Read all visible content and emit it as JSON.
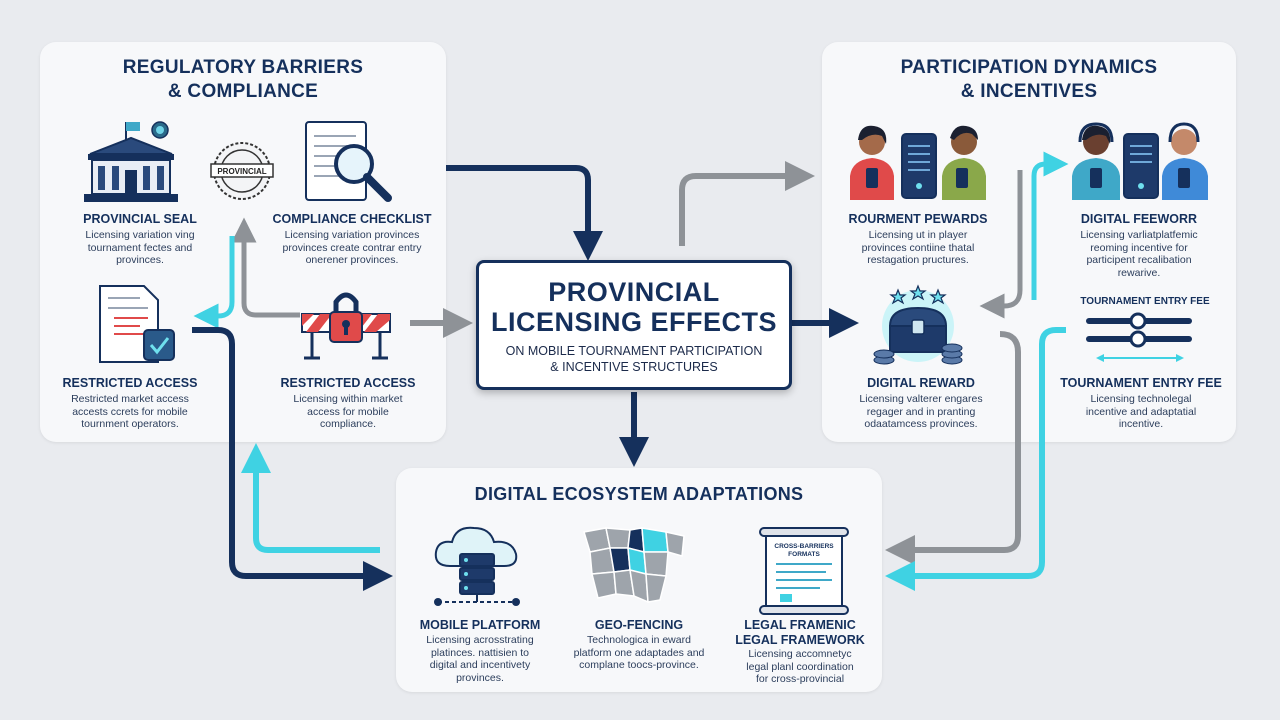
{
  "center": {
    "title_line1": "PROVINCIAL",
    "title_line2": "LICENSING EFFECTS",
    "subtitle_line1": "ON MOBILE TOURNAMENT PARTICIPATION",
    "subtitle_line2": "& INCENTIVE STRUCTURES"
  },
  "left_panel": {
    "title_line1": "REGULATORY BARRIERS",
    "title_line2": "& COMPLIANCE",
    "items": [
      {
        "title": "PROVINCIAL SEAL",
        "desc": [
          "Licensing variation ving",
          "tournament fectes and",
          "provinces."
        ],
        "icon": "government-building-icon"
      },
      {
        "title": "COMPLIANCE CHECKLIST",
        "desc": [
          "Licensing variation provinces",
          "provinces create contrar entry",
          "onerener provinces."
        ],
        "icon": "magnifier-document-icon"
      },
      {
        "title": "RESTRICTED ACCESS",
        "desc": [
          "Restricted market access",
          "accests ccrets for mobile",
          "tournment operators."
        ],
        "icon": "checklist-document-icon"
      },
      {
        "title": "RESTRICTED ACCESS",
        "desc": [
          "Licensing within market",
          "access for mobile",
          "compliance."
        ],
        "icon": "padlock-barrier-icon"
      }
    ],
    "seal_text": "PROVINCIAL"
  },
  "right_panel": {
    "title_line1": "PARTICIPATION DYNAMICS",
    "title_line2": "& INCENTIVES",
    "items": [
      {
        "title": "ROURMENT PEWARDS",
        "desc": [
          "Licensing ut in player",
          "provinces contiine thatal",
          "restagation pructures."
        ],
        "icon": "players-server-icon"
      },
      {
        "title": "DIGITAL FEEWORR",
        "desc": [
          "Licensing varliatplatfemic",
          "reoming incentive for",
          "participent recalibation",
          "rewarive."
        ],
        "icon": "gamers-headset-icon"
      },
      {
        "title": "DIGITAL REWARD",
        "desc": [
          "Licensing valterer engares",
          "regager and in pranting",
          "odaatamcess provinces."
        ],
        "icon": "treasure-chest-icon"
      },
      {
        "title": "TOURNAMENT ENTRY FEE",
        "desc": [
          "Licensing technolegal",
          "incentive and adaptatial",
          "incentive."
        ],
        "icon": "slider-control-icon"
      }
    ],
    "slider_label": "TOURNAMENT ENTRY FEE"
  },
  "bottom_panel": {
    "title": "DIGITAL ECOSYSTEM ADAPTATIONS",
    "items": [
      {
        "title": "MOBILE PLATFORM",
        "desc": [
          "Licensing acrosstrating",
          "platinces. nattisien to",
          "digital and incentivety",
          "provinces."
        ],
        "icon": "cloud-server-icon"
      },
      {
        "title": "GEO-FENCING",
        "desc": [
          "Technologica in eward",
          "platform one adaptades and",
          "complane toocs-province."
        ],
        "icon": "province-map-icon"
      },
      {
        "title_line1": "LEGAL FRAMENIC",
        "title_line2": "LEGAL FRAMEWORK",
        "desc": [
          "Licensing accomnetyc",
          "legal planl coordination",
          "for cross-provincial"
        ],
        "icon": "legal-scroll-icon"
      }
    ],
    "scroll_text": [
      "CROSS-BARRIERS",
      "FORMATS"
    ]
  },
  "colors": {
    "navy": "#15305c",
    "cyan": "#3fd2e3",
    "gray": "#8e9297",
    "red": "#e04a4a",
    "panel": "#f7f8fa",
    "background": "#e9ebef"
  }
}
